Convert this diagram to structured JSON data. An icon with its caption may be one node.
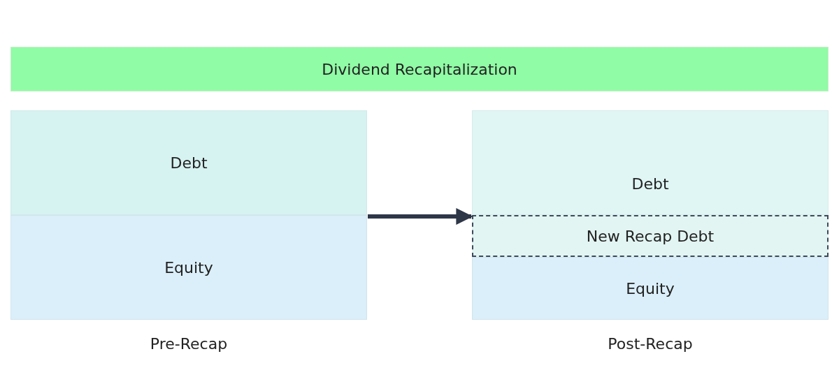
{
  "diagram": {
    "nodes": [
      {
        "text": [
          "Dividend Recapitalization"
        ]
      },
      {
        "text": [
          "Pre-Recap"
        ]
      },
      {
        "text": [
          "Debt"
        ],
        "in": 1
      },
      {
        "text": [
          "Equity"
        ],
        "in": 1
      },
      {
        "text": [
          "Post-Recap"
        ]
      },
      {
        "text": [
          "Debt"
        ],
        "in": 4
      },
      {
        "text": [
          "New Recap Debt"
        ],
        "in": 4
      },
      {
        "text": [
          "Equity"
        ],
        "in": 4
      }
    ],
    "edges": [
      {
        "from": 1,
        "to": 4,
        "arrow": "to"
      }
    ]
  }
}
